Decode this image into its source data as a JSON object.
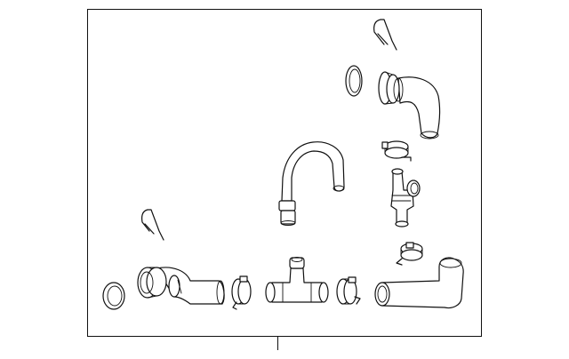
{
  "diagram": {
    "frame_color": "#111111",
    "background": "#ffffff",
    "parts": [
      {
        "name": "retaining-clip",
        "icon": "clip-icon"
      },
      {
        "name": "o-ring",
        "icon": "ring-icon"
      },
      {
        "name": "elbow-hose",
        "icon": "hose-icon"
      },
      {
        "name": "bent-tube",
        "icon": "tube-icon"
      },
      {
        "name": "hose-clamp",
        "icon": "clamp-icon"
      },
      {
        "name": "tee-connector",
        "icon": "connector-icon"
      },
      {
        "name": "straight-hose",
        "icon": "hose-icon"
      }
    ]
  }
}
